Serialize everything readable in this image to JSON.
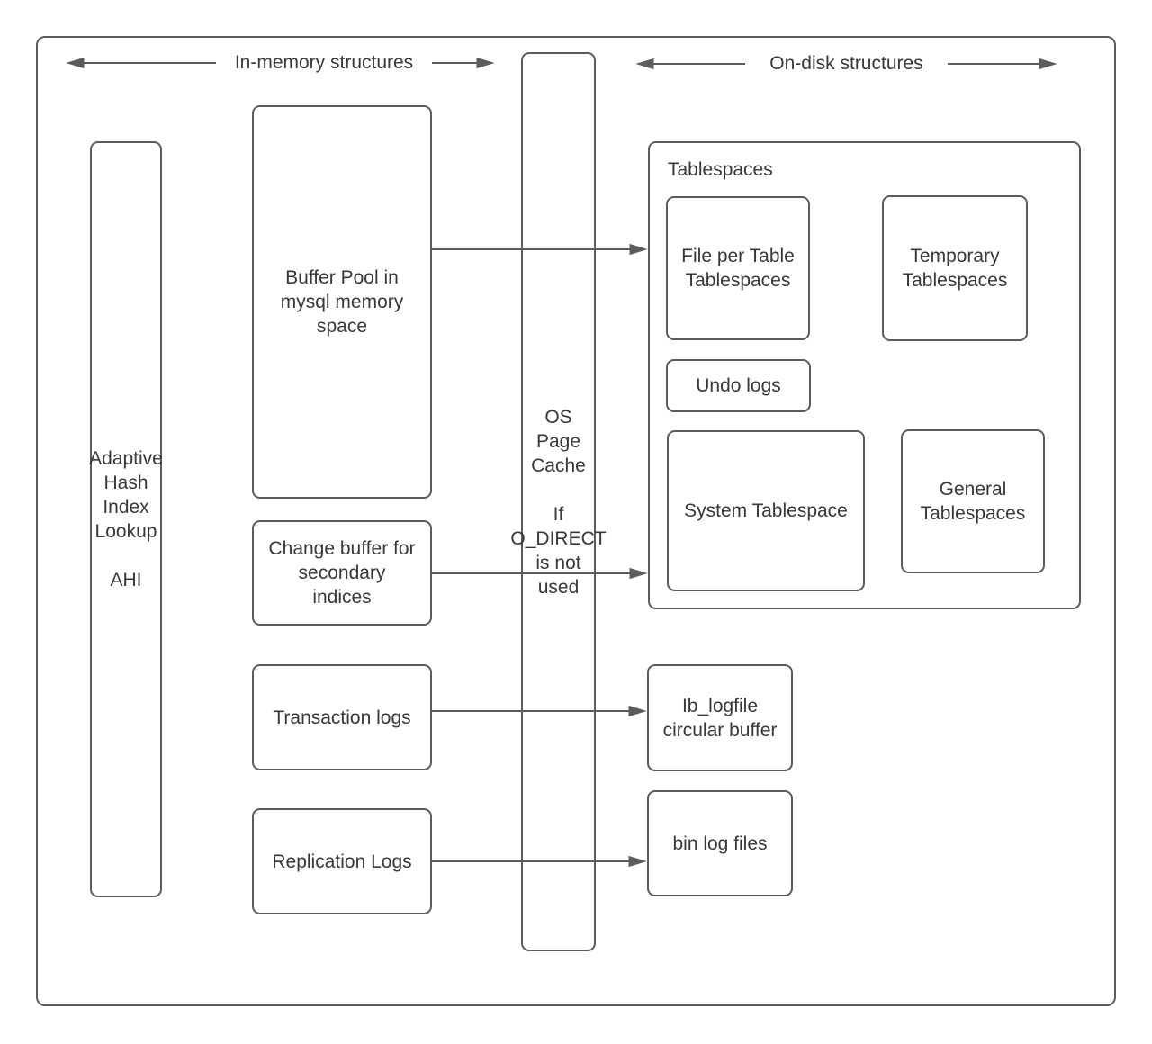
{
  "diagram": {
    "colors": {
      "stroke": "#5c5c5c",
      "text": "#383838",
      "background": "#ffffff"
    },
    "headers": {
      "in_memory": "In-memory structures",
      "on_disk": "On-disk structures"
    },
    "nodes": {
      "adaptive_hash": "Adaptive\nHash\nIndex\nLookup\n\nAHI",
      "buffer_pool": "Buffer Pool in\nmysql memory\nspace",
      "change_buffer": "Change buffer for\nsecondary\nindices",
      "transaction_logs": "Transaction logs",
      "replication_logs": "Replication Logs",
      "os_page_cache": "OS\nPage\nCache\n\nIf\nO_DIRECT\nis not\nused",
      "tablespaces_group": "Tablespaces",
      "file_per_table": "File per Table\nTablespaces",
      "temporary_tablespaces": "Temporary\nTablespaces",
      "undo_logs": "Undo logs",
      "system_tablespace": "System Tablespace",
      "general_tablespaces": "General\nTablespaces",
      "ib_logfile": "Ib_logfile\ncircular buffer",
      "bin_log_files": "bin log files"
    }
  }
}
